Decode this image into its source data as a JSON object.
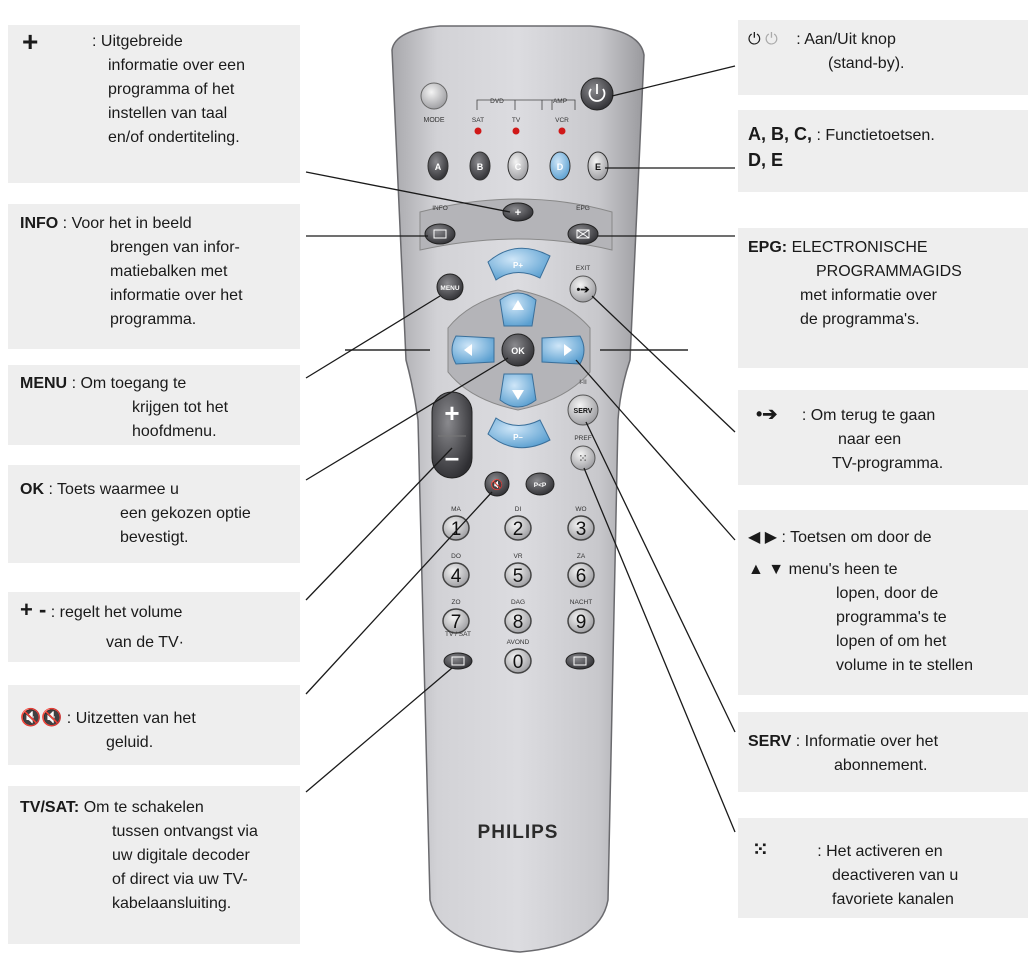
{
  "callouts": {
    "info_plus": {
      "key_symbol": "+",
      "lines": [
        ": Uitgebreide",
        "informatie over een",
        "programma of het",
        "instellen van taal",
        "en/of ondertiteling."
      ]
    },
    "info": {
      "key": "INFO",
      "lines": [
        ": Voor het in beeld",
        "brengen van infor-",
        "matiebalken met",
        "informatie over het",
        "programma."
      ]
    },
    "menu": {
      "key": "MENU",
      "lines": [
        ": Om toegang te",
        "krijgen tot het",
        "hoofdmenu."
      ]
    },
    "ok": {
      "key": "OK",
      "lines": [
        ": Toets waarmee u",
        "een gekozen optie",
        "bevestigt."
      ]
    },
    "volume": {
      "key_symbols": "+ -",
      "lines": [
        ": regelt het volume",
        "van de TV·"
      ]
    },
    "mute": {
      "lines": [
        ": Uitzetten van het",
        "geluid."
      ]
    },
    "tvsat": {
      "key": "TV/SAT:",
      "lines": [
        "Om te schakelen",
        "tussen ontvangst via",
        "uw digitale decoder",
        "of direct via uw TV-",
        "kabelaansluiting."
      ]
    },
    "power": {
      "lines": [
        ": Aan/Uit knop",
        "(stand-by)."
      ]
    },
    "abcde": {
      "keys_line1": "A, B, C,",
      "keys_line2": "D, E",
      "desc": ": Functietoetsen."
    },
    "epg": {
      "key": "EPG:",
      "lines": [
        "ELECTRONISCHE",
        "PROGRAMMAGIDS",
        "met informatie over",
        "de programma's."
      ]
    },
    "exit": {
      "lines": [
        ": Om terug te gaan",
        "naar een",
        "TV-programma."
      ]
    },
    "arrows": {
      "lines": [
        ": Toetsen om door de",
        "menu's heen te",
        "lopen, door de",
        "programma's te",
        "lopen of om het",
        "volume in te stellen"
      ]
    },
    "serv": {
      "key": "SERV",
      "lines": [
        ": Informatie over het",
        "abonnement."
      ]
    },
    "pref": {
      "lines": [
        ": Het activeren en",
        "deactiveren van u",
        "favoriete kanalen"
      ]
    }
  },
  "remote": {
    "brand": "PHILIPS",
    "mode_label": "MODE",
    "dvd_label": "DVD",
    "amp_label": "AMP",
    "sat_label": "SAT",
    "tv_label": "TV",
    "vcr_label": "VCR",
    "info_label": "INFO",
    "epg_label": "EPG",
    "exit_label": "EXIT",
    "menu_label": "MENU",
    "ok_label": "OK",
    "pplus_label": "P+",
    "pminus_label": "P–",
    "serv_label": "SERV",
    "serv_top_label": "I-II",
    "pref_label": "PREF",
    "ppp_label": "P<P",
    "tvsat_label": "TV / SAT",
    "function_keys": [
      "A",
      "B",
      "C",
      "D",
      "E"
    ],
    "digits": [
      {
        "num": "1",
        "day": "MA"
      },
      {
        "num": "2",
        "day": "DI"
      },
      {
        "num": "3",
        "day": "WO"
      },
      {
        "num": "4",
        "day": "DO"
      },
      {
        "num": "5",
        "day": "VR"
      },
      {
        "num": "6",
        "day": "ZA"
      },
      {
        "num": "7",
        "day": "ZO"
      },
      {
        "num": "8",
        "day": "DAG"
      },
      {
        "num": "9",
        "day": "NACHT"
      },
      {
        "num": "0",
        "day": "AVOND"
      }
    ]
  }
}
